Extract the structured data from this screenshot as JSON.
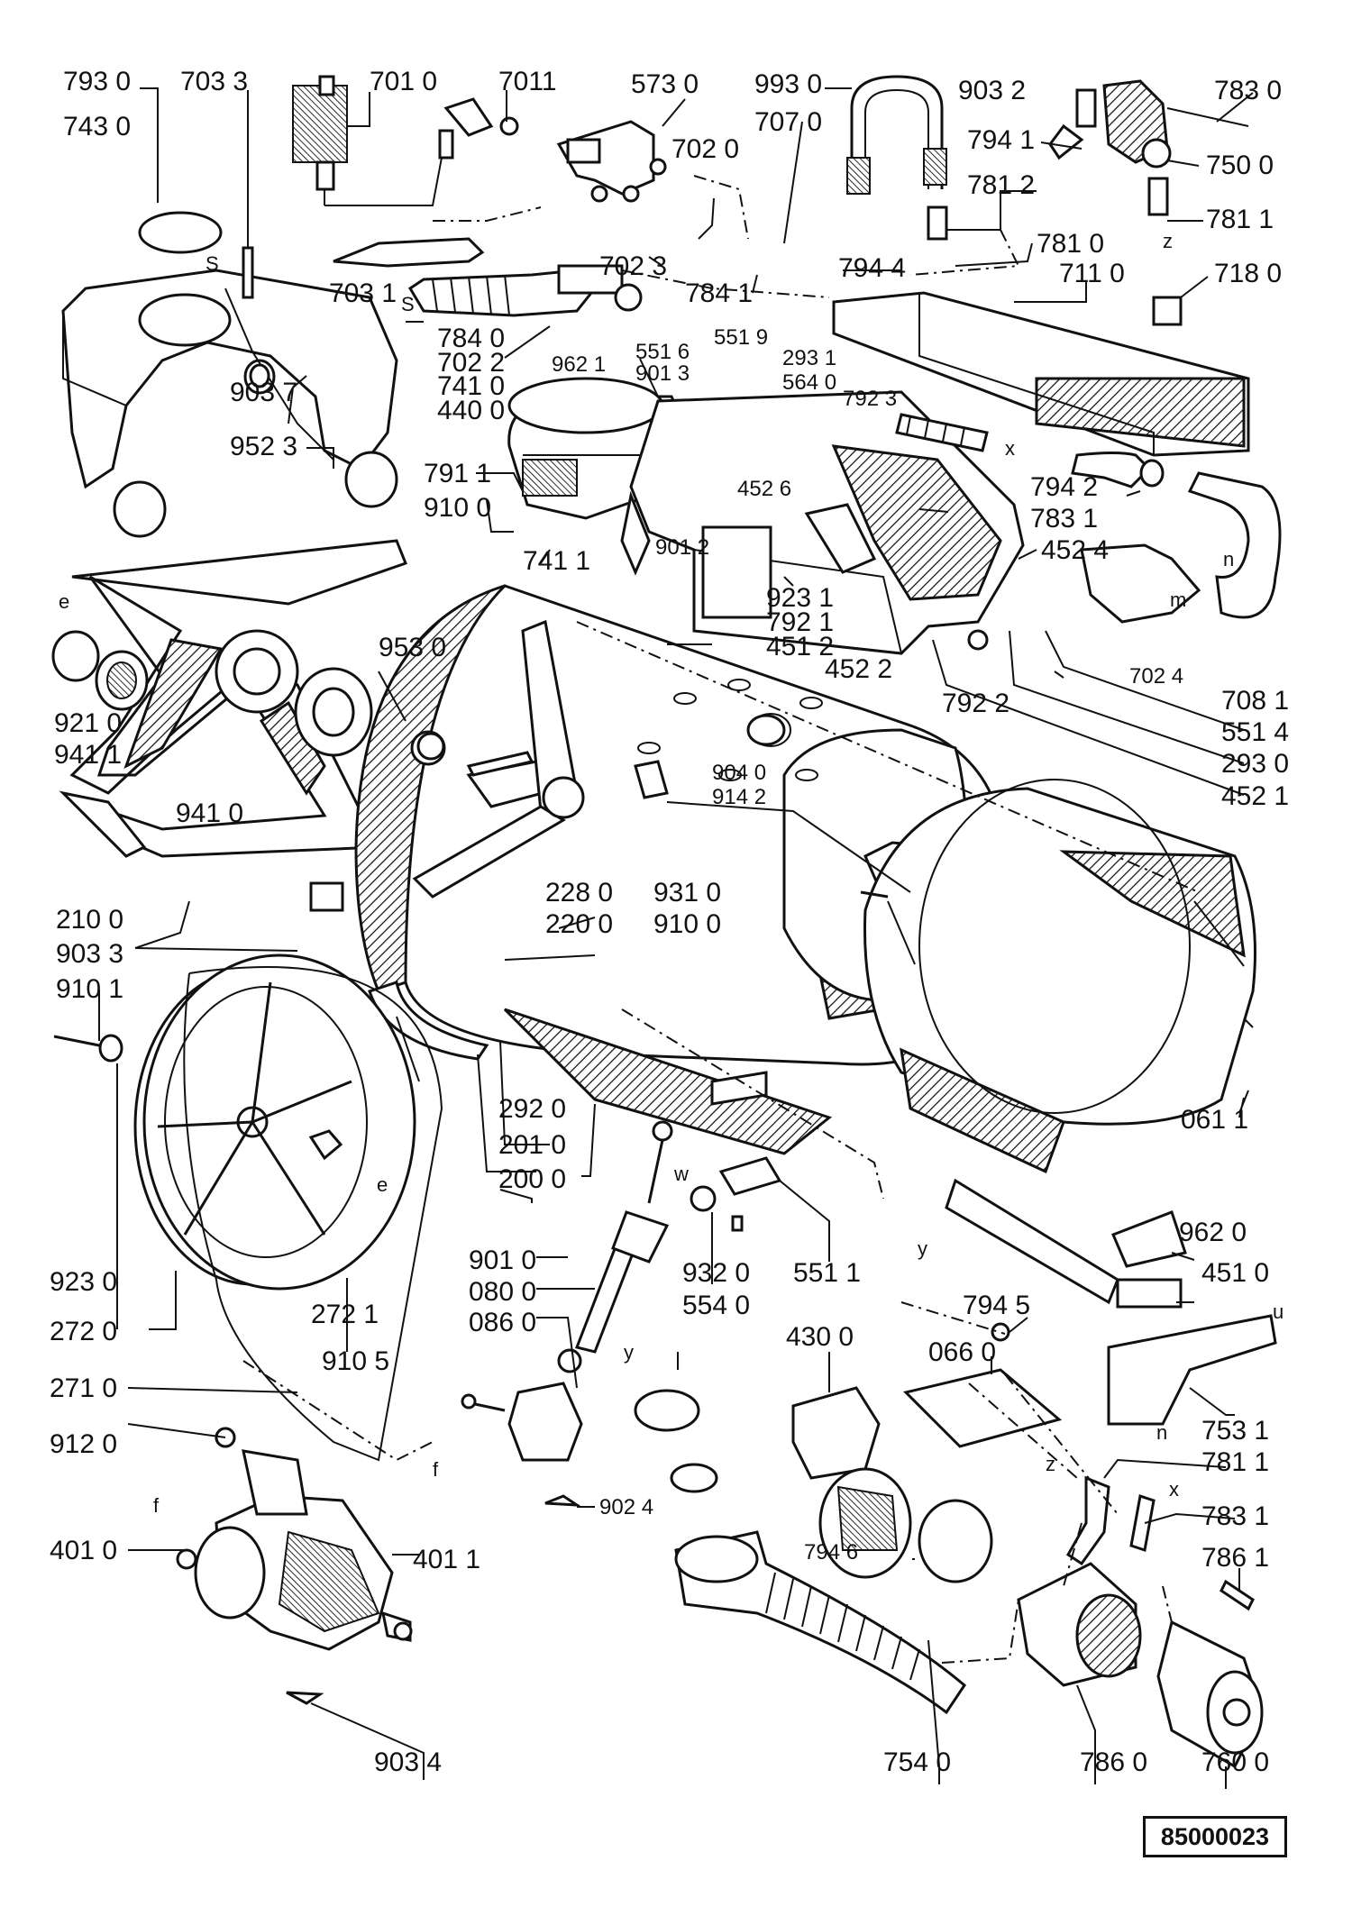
{
  "reference_code": "85000023",
  "labels": {
    "l7930": "793 0",
    "l7033": "703 3",
    "l7010": "701 0",
    "l7011": "7011",
    "l5730": "573 0",
    "l9930": "993 0",
    "l7070": "707 0",
    "l9032": "903 2",
    "l7830": "783 0",
    "l7430": "743 0",
    "l7941": "794 1",
    "l7500": "750 0",
    "l7020": "702 0",
    "l7812": "781 2",
    "l7811": "781 1",
    "l7810": "781 0",
    "l7110": "711 0",
    "l7180": "718 0",
    "l7023": "702 3",
    "l7944": "794 4",
    "l7031": "703 1",
    "l7841": "784 1",
    "l7840": "784 0",
    "l7022": "702 2",
    "l9621": "962 1",
    "l5516": "551 6",
    "l5519": "551 9",
    "l2931": "293 1",
    "l9013": "901 3",
    "l5640": "564 0",
    "l7410": "741 0",
    "l4400": "440 0",
    "l7923": "792 3",
    "l9037": "903 7",
    "l9523": "952 3",
    "l7911": "791 1",
    "l4526": "452 6",
    "l7942": "794 2",
    "l7831": "783 1",
    "l9100a": "910 0",
    "l9012": "901 2",
    "l4524": "452 4",
    "l7411": "741 1",
    "l9231": "923 1",
    "l7921": "792 1",
    "l4512": "451 2",
    "l7024": "702 4",
    "l9530": "953 0",
    "l4522": "452 2",
    "l7922": "792 2",
    "l7081": "708 1",
    "l9210": "921 0",
    "l9411": "941 1",
    "l5514": "551 4",
    "l2930": "293 0",
    "l9040": "904 0",
    "l9142": "914 2",
    "l4521": "452 1",
    "l9410": "941 0",
    "l2280": "228 0",
    "l9310": "931 0",
    "l2200": "220 0",
    "l9100b": "910 0",
    "l2100": "210 0",
    "l9033": "903 3",
    "l9101": "910 1",
    "l2920": "292 0",
    "l2010": "201 0",
    "l2000": "200 0",
    "l0611": "061 1",
    "l9230": "923 0",
    "l9620": "962 0",
    "l9010": "901 0",
    "l9320": "932 0",
    "l5511": "551 1",
    "l4510": "451 0",
    "l0800": "080 0",
    "l5540": "554 0",
    "l2720": "272 0",
    "l2721": "272 1",
    "l0860": "086 0",
    "l7945": "794 5",
    "l4300": "430 0",
    "l0660": "066 0",
    "l9105": "910 5",
    "l7531": "753 1",
    "l2710": "271 0",
    "l9120": "912 0",
    "l7811b": "781 1",
    "l9024": "902 4",
    "l7946": "794 6",
    "l7831b": "783 1",
    "l4010": "401 0",
    "l4011": "401 1",
    "l7861": "786 1",
    "l9034": "903 4",
    "l7540": "754 0",
    "l7860": "786 0",
    "l7600": "760 0"
  },
  "letters": {
    "s1": "S",
    "s2": "S",
    "z1": "z",
    "z2": "z",
    "x1": "x",
    "x2": "x",
    "e1": "e",
    "e2": "e",
    "n1": "n",
    "n2": "n",
    "m": "m",
    "y1": "y",
    "y2": "y",
    "w": "w",
    "u": "u",
    "f1": "f",
    "f2": "f"
  },
  "colors": {
    "ink": "#111111",
    "paper": "#ffffff"
  }
}
